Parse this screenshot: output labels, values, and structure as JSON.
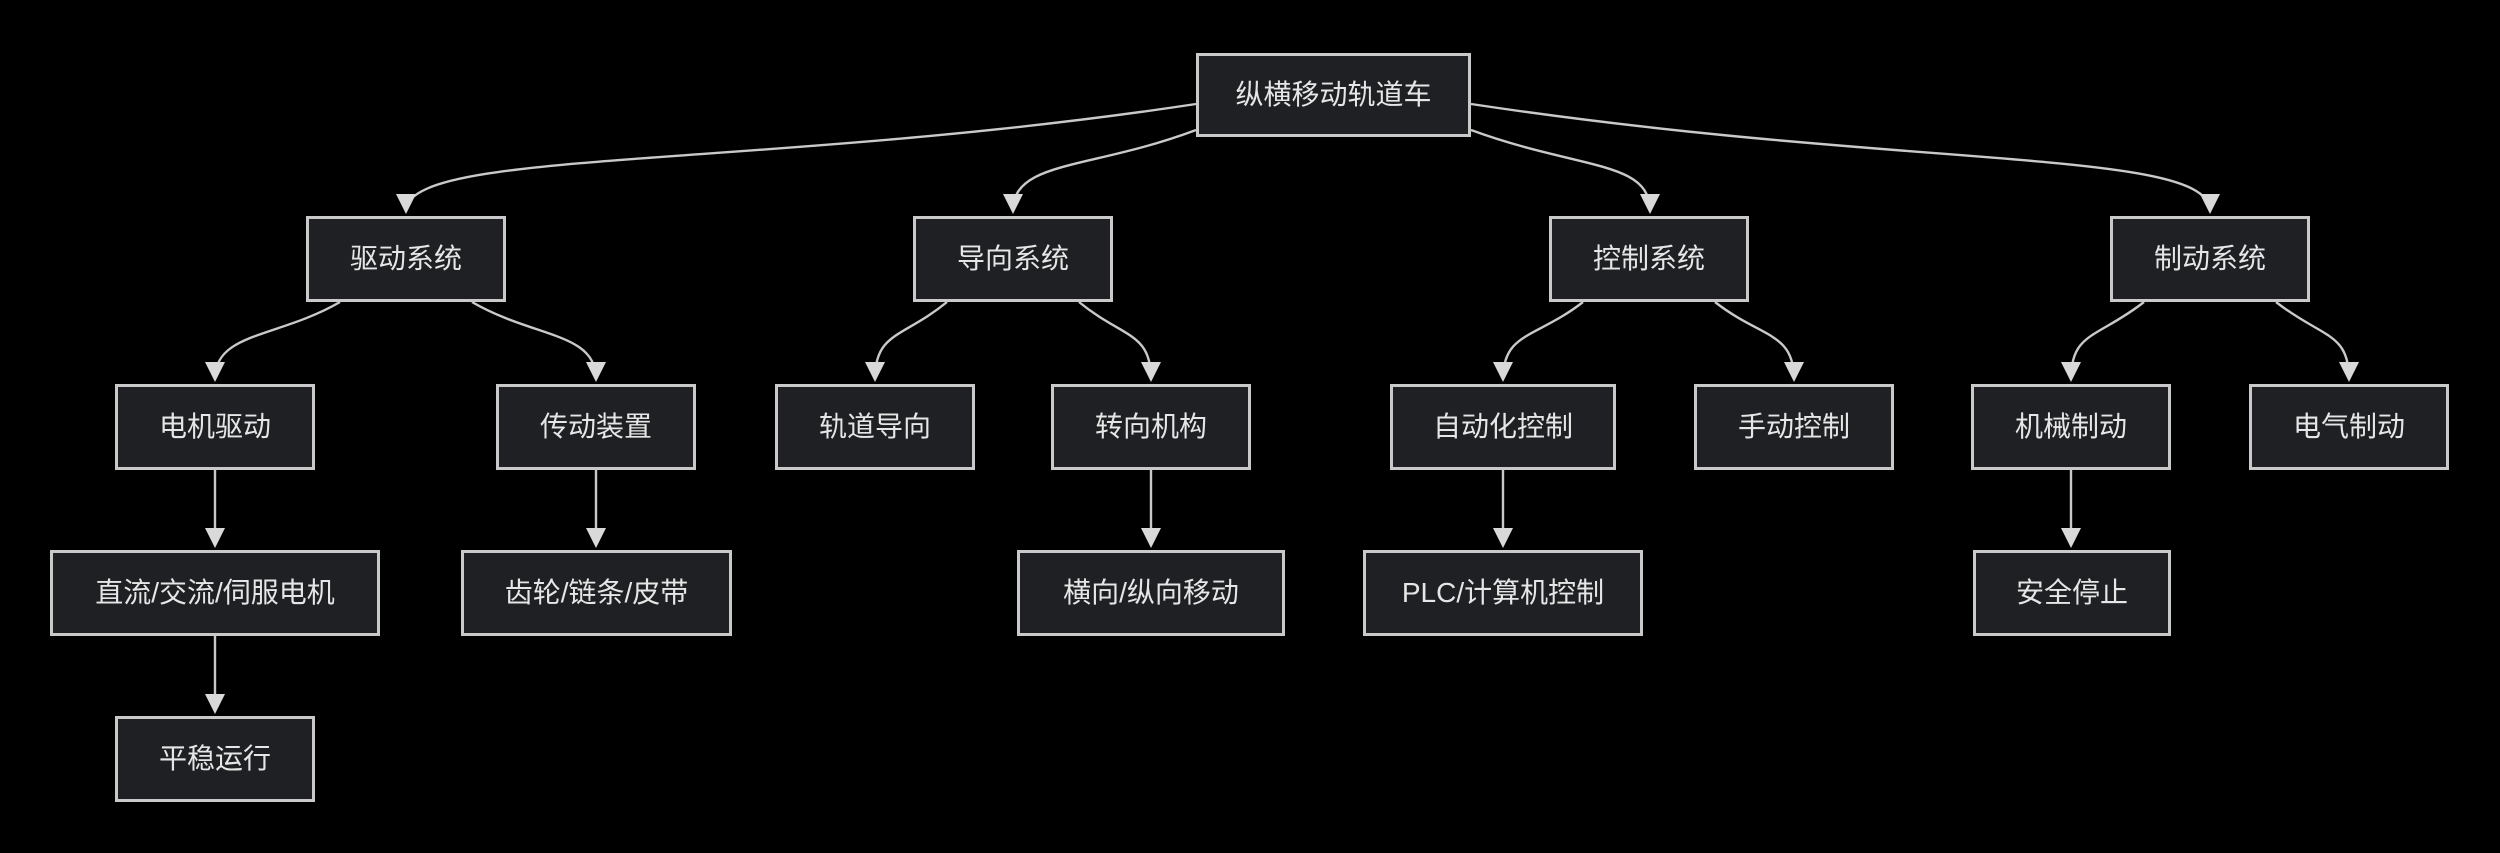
{
  "diagram": {
    "type": "flowchart",
    "direction": "top-down",
    "colors": {
      "background": "#000000",
      "node_fill": "#1e2023",
      "node_border": "#c9c9c9",
      "node_text": "#e6e6e6",
      "edge": "#c9c9c9",
      "arrowhead": "#d9d9d9"
    },
    "nodes": [
      {
        "id": "rail-car",
        "label": "纵横移动轨道车"
      },
      {
        "id": "drive-system",
        "label": "驱动系统"
      },
      {
        "id": "guide-system",
        "label": "导向系统"
      },
      {
        "id": "control-system",
        "label": "控制系统"
      },
      {
        "id": "brake-system",
        "label": "制动系统"
      },
      {
        "id": "motor-drive",
        "label": "电机驱动"
      },
      {
        "id": "transmission",
        "label": "传动装置"
      },
      {
        "id": "rail-guide",
        "label": "轨道导向"
      },
      {
        "id": "steering-mechanism",
        "label": "转向机构"
      },
      {
        "id": "automated-control",
        "label": "自动化控制"
      },
      {
        "id": "manual-control",
        "label": "手动控制"
      },
      {
        "id": "mechanical-brake",
        "label": "机械制动"
      },
      {
        "id": "electrical-brake",
        "label": "电气制动"
      },
      {
        "id": "motor-types",
        "label": "直流/交流/伺服电机"
      },
      {
        "id": "gear-chain-belt",
        "label": "齿轮/链条/皮带"
      },
      {
        "id": "lateral-longitudinal-move",
        "label": "横向/纵向移动"
      },
      {
        "id": "plc-computer-control",
        "label": "PLC/计算机控制"
      },
      {
        "id": "safe-stop",
        "label": "安全停止"
      },
      {
        "id": "smooth-operation",
        "label": "平稳运行"
      }
    ],
    "edges": [
      {
        "from": "rail-car",
        "to": "drive-system"
      },
      {
        "from": "rail-car",
        "to": "guide-system"
      },
      {
        "from": "rail-car",
        "to": "control-system"
      },
      {
        "from": "rail-car",
        "to": "brake-system"
      },
      {
        "from": "drive-system",
        "to": "motor-drive"
      },
      {
        "from": "drive-system",
        "to": "transmission"
      },
      {
        "from": "guide-system",
        "to": "rail-guide"
      },
      {
        "from": "guide-system",
        "to": "steering-mechanism"
      },
      {
        "from": "control-system",
        "to": "automated-control"
      },
      {
        "from": "control-system",
        "to": "manual-control"
      },
      {
        "from": "brake-system",
        "to": "mechanical-brake"
      },
      {
        "from": "brake-system",
        "to": "electrical-brake"
      },
      {
        "from": "motor-drive",
        "to": "motor-types"
      },
      {
        "from": "transmission",
        "to": "gear-chain-belt"
      },
      {
        "from": "steering-mechanism",
        "to": "lateral-longitudinal-move"
      },
      {
        "from": "automated-control",
        "to": "plc-computer-control"
      },
      {
        "from": "mechanical-brake",
        "to": "safe-stop"
      },
      {
        "from": "motor-types",
        "to": "smooth-operation"
      }
    ]
  }
}
